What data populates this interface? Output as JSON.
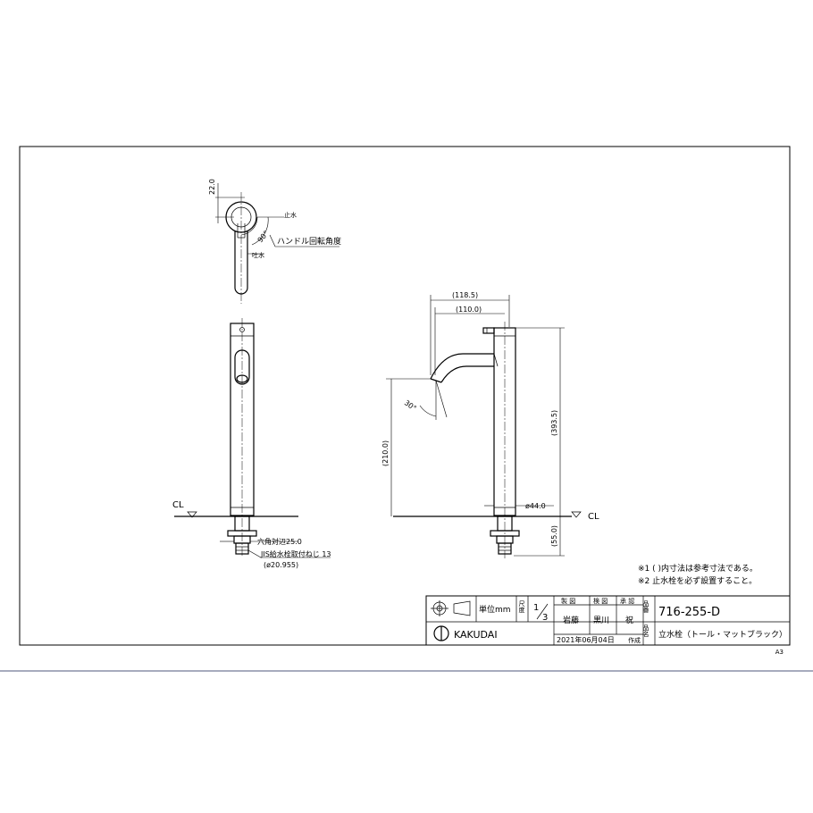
{
  "dimensions": {
    "top_22": "22.0",
    "angle_90": "90°",
    "handle_angle_label": "ハンドル回転角度",
    "stop_label": "止水",
    "open_label": "吐水",
    "w_118": "(118.5)",
    "w_110": "(110.0)",
    "h_210": "(210.0)",
    "h_393": "(393.5)",
    "angle_30": "30°",
    "dia_44": "ø44.0",
    "h_55": "(55.0)",
    "hex_25": "六角対辺25.0",
    "jis_thread": "JIS給水栓取付ねじ 13",
    "dia_20": "(ø20.955)",
    "cl_left": "CL",
    "cl_right": "CL"
  },
  "notes": {
    "n1": "※1 ( )内寸法は参考寸法である。",
    "n2": "※2 止水栓を必ず設置すること。"
  },
  "title_block": {
    "unit": "単位mm",
    "scale_label": "尺度",
    "scale_num": "1",
    "scale_den": "3",
    "h_drawn": "製 図",
    "h_checked": "検 図",
    "h_approved": "承 認",
    "n_drawn": "岩藤",
    "n_checked": "黒川",
    "n_approved": "祝",
    "date": "2021年06月04日",
    "date_suffix": "作成",
    "pin_label": "品番",
    "part_no": "716-255-D",
    "name_label": "品名",
    "part_name": "立水栓（トール・マットブラック）",
    "brand": "KAKUDAI",
    "sheet": "A3"
  }
}
